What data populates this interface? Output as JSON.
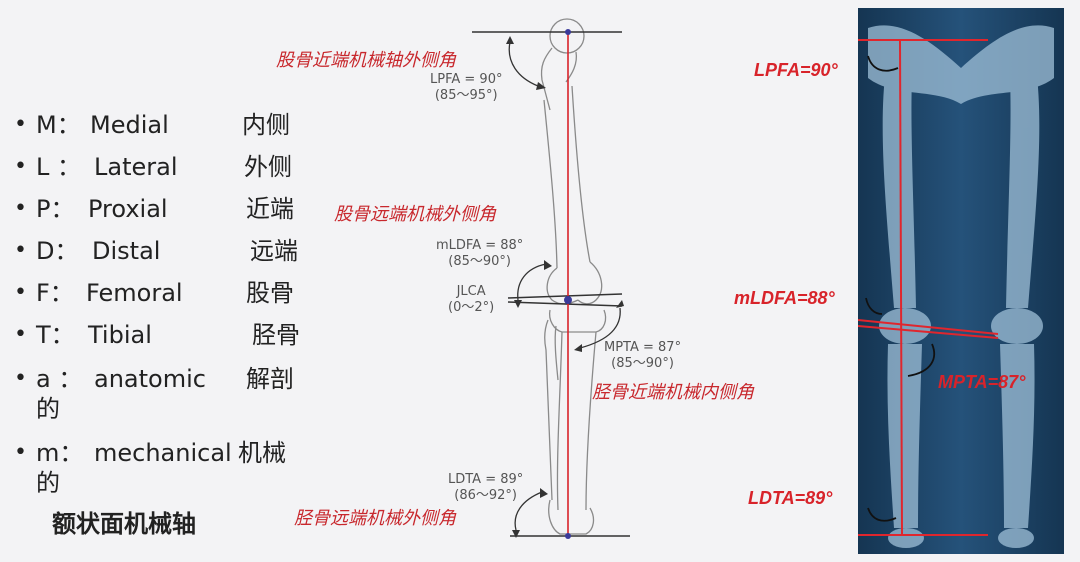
{
  "legend": {
    "items": [
      {
        "abbr": "M：",
        "en": "Medial",
        "zh": "内侧"
      },
      {
        "abbr": "L ：",
        "en": "Lateral",
        "zh": "外侧"
      },
      {
        "abbr": "P：",
        "en": "Proxial",
        "zh": "近端"
      },
      {
        "abbr": "D：",
        "en": "Distal",
        "zh": "远端"
      },
      {
        "abbr": "F：",
        "en": "Femoral",
        "zh": "股骨"
      },
      {
        "abbr": "T：",
        "en": "Tibial",
        "zh": "胫骨"
      },
      {
        "abbr": "a ：",
        "en": "anatomic",
        "zh": "解剖",
        "wrap": "的"
      },
      {
        "abbr": "m：",
        "en": "mechanical",
        "zh": "机械",
        "wrap": "的"
      }
    ],
    "subtitle": "额状面机械轴"
  },
  "diagram": {
    "lpfa_cn": "股骨近端机械轴外侧角",
    "lpfa_label": "LPFA = 90°",
    "lpfa_range": "(85～95°)",
    "mldfa_cn": "股骨远端机械外侧角",
    "mldfa_label": "mLDFA = 88°",
    "mldfa_range": "(85～90°)",
    "jlca_label": "JLCA",
    "jlca_range": "(0～2°)",
    "mpta_label": "MPTA = 87°",
    "mpta_range": "(85～90°)",
    "mpta_cn": "胫骨近端机械内侧角",
    "ldta_label": "LDTA = 89°",
    "ldta_range": "(86～92°)",
    "ldta_cn": "胫骨远端机械外侧角"
  },
  "xray": {
    "lpfa": "LPFA=90°",
    "mldfa": "mLDFA=88°",
    "mpta": "MPTA=87°",
    "ldta": "LDTA=89°"
  },
  "colors": {
    "annotation_red": "#c8282d",
    "xray_red": "#d8232a",
    "xray_bg": "#1b3f62"
  }
}
